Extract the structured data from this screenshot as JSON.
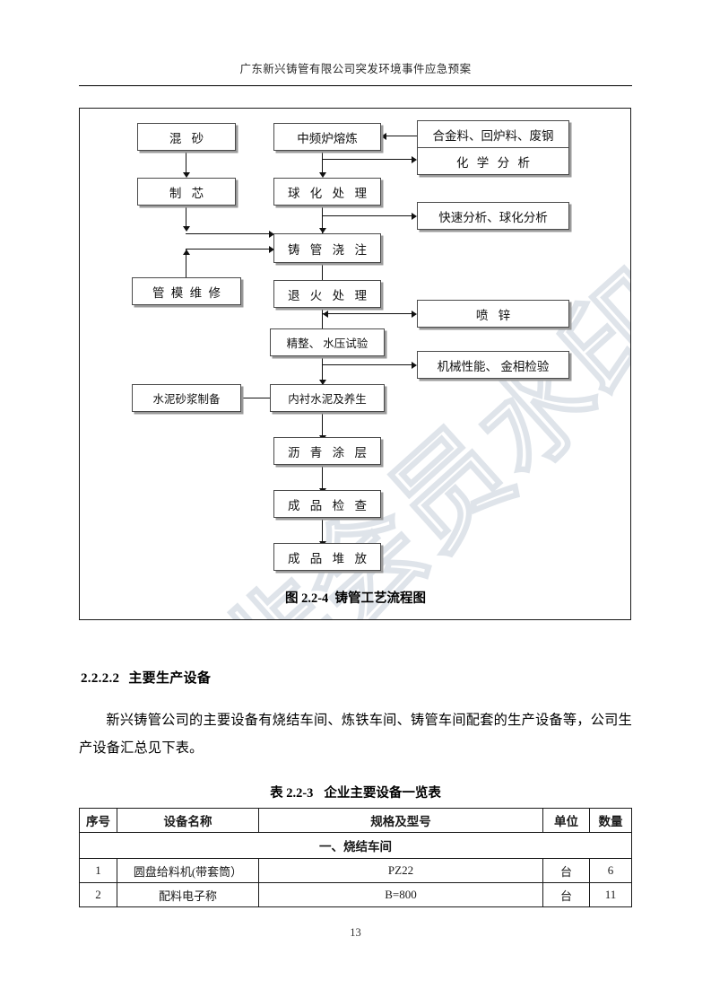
{
  "header": {
    "running_title": "广东新兴铸管有限公司突发环境事件应急预案"
  },
  "watermark": {
    "text": "非会员水印"
  },
  "figure": {
    "caption_number": "图 2.2-4",
    "caption_text": "铸管工艺流程图",
    "nodes": {
      "hunsha": "混 砂",
      "zhixin": "制 芯",
      "zhongpinlu": "中频炉熔炼",
      "qiuhua": "球 化 处 理",
      "zhuguan": "铸 管 浇 注",
      "tuihuo": "退 火 处 理",
      "jingzheng": "精整、 水压试验",
      "neichen": "内衬水泥及养生",
      "liqing": "沥 青 涂 层",
      "chengpinjiancha": "成 品 检 查",
      "chengpinduifang": "成 品 堆 放",
      "guanmo": "管 模 维 修",
      "shuini": "水泥砂浆制备",
      "hejinliao": "合金料、回炉料、废钢",
      "huaxue": "化 学 分 析",
      "kuaisu": "快速分析、球化分析",
      "penxin": "喷 锌",
      "jixie": "机械性能、 金相检验"
    }
  },
  "section": {
    "number": "2.2.2.2",
    "title": "主要生产设备",
    "paragraph": "新兴铸管公司的主要设备有烧结车间、炼铁车间、铸管车间配套的生产设备等，公司生产设备汇总见下表。"
  },
  "table": {
    "caption_number": "表 2.2-3",
    "caption_text": "企业主要设备一览表",
    "columns": [
      "序号",
      "设备名称",
      "规格及型号",
      "单位",
      "数量"
    ],
    "group_row": "一、烧结车间",
    "rows": [
      {
        "no": "1",
        "name": "圆盘给料机(带套筒）",
        "spec": "PZ22",
        "unit": "台",
        "qty": "6"
      },
      {
        "no": "2",
        "name": "配料电子称",
        "spec": "B=800",
        "unit": "台",
        "qty": "11"
      }
    ]
  },
  "footer": {
    "page_number": "13"
  }
}
